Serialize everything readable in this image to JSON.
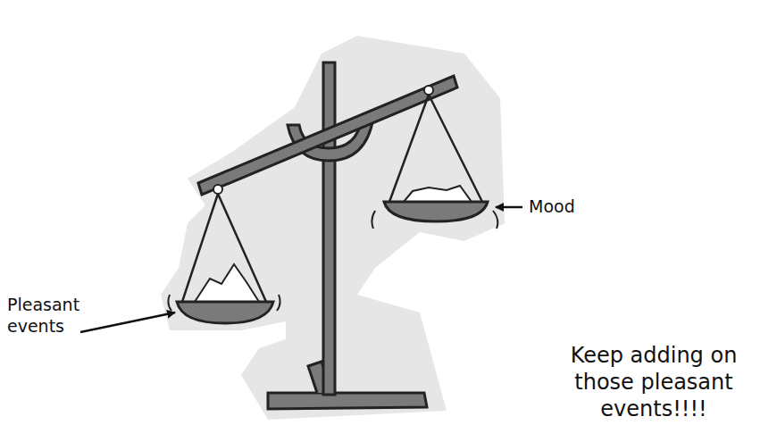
{
  "diagram": {
    "labels": [
      "Mood",
      "Pleasant events",
      "Keep adding on those pleasant events!!!!"
    ]
  }
}
